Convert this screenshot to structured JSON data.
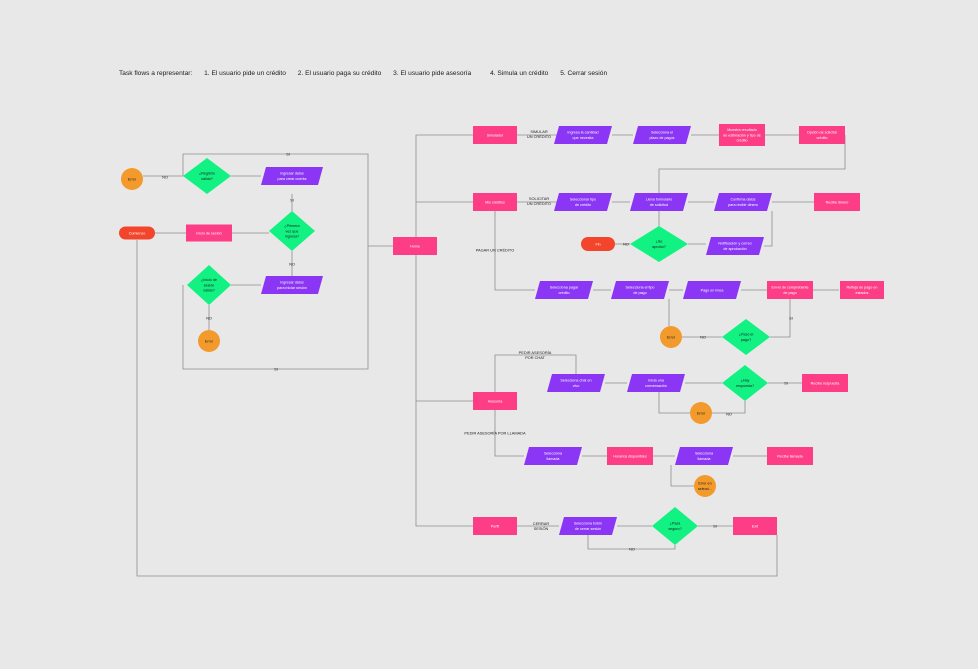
{
  "header": {
    "label": "Task flows a representar:",
    "items": [
      "1. El usuario pide un crédito",
      "2. El usuario paga su crédito",
      "3. El usuario pide asesoría",
      "4. Simula un crédito",
      "5. Cerrar sesión"
    ]
  },
  "colors": {
    "background": "#e8e8e8",
    "process": "#fd3d85",
    "io": "#8b36f5",
    "decision": "#12f282",
    "terminal": "#f39a2d",
    "start": "#f2452b",
    "line": "#8c8c8c"
  },
  "nodes": [
    {
      "id": "n-error-top",
      "shape": "circle",
      "lines": [
        "Error"
      ]
    },
    {
      "id": "n-registro-valido",
      "shape": "diamond",
      "lines": [
        "¿Registro",
        "válido?"
      ]
    },
    {
      "id": "n-ingresar-datos-cuenta",
      "shape": "parallelogram",
      "lines": [
        "Ingresar datos",
        "para crear cuenta"
      ]
    },
    {
      "id": "n-comienzo",
      "shape": "pill",
      "lines": [
        "Comienzo"
      ]
    },
    {
      "id": "n-inicio-sesion",
      "shape": "rect",
      "lines": [
        "Inicio de sesión"
      ]
    },
    {
      "id": "n-primera-vez",
      "shape": "diamond",
      "lines": [
        "¿Primera",
        "vez que",
        "ingresa?"
      ]
    },
    {
      "id": "n-inicio-valido",
      "shape": "diamond",
      "lines": [
        "¿Inicio de",
        "sesión",
        "válido?"
      ]
    },
    {
      "id": "n-ingresar-datos-sesion",
      "shape": "parallelogram",
      "lines": [
        "Ingresar datos",
        "para iniciar sesión"
      ]
    },
    {
      "id": "n-error-login",
      "shape": "circle",
      "lines": [
        "Error"
      ]
    },
    {
      "id": "n-home",
      "shape": "rect",
      "lines": [
        "Home"
      ]
    },
    {
      "id": "n-simulador",
      "shape": "rect",
      "lines": [
        "Simulador"
      ]
    },
    {
      "id": "n-ingresa-cantidad",
      "shape": "parallelogram",
      "lines": [
        "Ingresa la cantidad",
        "que necesita"
      ]
    },
    {
      "id": "n-selecciona-plazo",
      "shape": "parallelogram",
      "lines": [
        "Selecciona el",
        "plazo de pagos"
      ]
    },
    {
      "id": "n-muestra-resultado",
      "shape": "rect",
      "lines": [
        "Muestra resultado",
        "de estimación y tipo de",
        "crédito"
      ]
    },
    {
      "id": "n-opcion-solicitar",
      "shape": "rect",
      "lines": [
        "Opción de solicitar",
        "crédito"
      ]
    },
    {
      "id": "n-mis-creditos",
      "shape": "rect",
      "lines": [
        "Mis créditos"
      ]
    },
    {
      "id": "n-seleccionar-tipo",
      "shape": "parallelogram",
      "lines": [
        "Seleccionar tipo",
        "de crédito"
      ]
    },
    {
      "id": "n-llena-formulario",
      "shape": "parallelogram",
      "lines": [
        "Llena formulario",
        "de solicitud"
      ]
    },
    {
      "id": "n-confirma-datos",
      "shape": "parallelogram",
      "lines": [
        "Confirma datos",
        "para recibir dinero"
      ]
    },
    {
      "id": "n-recibe-dinero",
      "shape": "rect",
      "lines": [
        "Recibe dinero"
      ]
    },
    {
      "id": "n-fin",
      "shape": "pill",
      "lines": [
        "Fin"
      ]
    },
    {
      "id": "n-aprobo",
      "shape": "diamond",
      "lines": [
        "¿Se",
        "aprobó?"
      ]
    },
    {
      "id": "n-notificacion",
      "shape": "parallelogram",
      "lines": [
        "Notificación y correo",
        "de aprobación"
      ]
    },
    {
      "id": "n-selecciona-pagar",
      "shape": "parallelogram",
      "lines": [
        "Selecciona pagar",
        "crédito"
      ]
    },
    {
      "id": "n-selecciona-tipo-pago",
      "shape": "parallelogram",
      "lines": [
        "Selecciona el tipo",
        "de pago"
      ]
    },
    {
      "id": "n-pago-linea",
      "shape": "parallelogram",
      "lines": [
        "Pago en línea"
      ]
    },
    {
      "id": "n-envio-comprobante",
      "shape": "rect",
      "lines": [
        "Envío de comprobante",
        "de pago"
      ]
    },
    {
      "id": "n-refleja-pago",
      "shape": "rect",
      "lines": [
        "Refleja de pago en",
        "estados"
      ]
    },
    {
      "id": "n-error-pago",
      "shape": "circle",
      "lines": [
        "Error"
      ]
    },
    {
      "id": "n-paso-pago",
      "shape": "diamond",
      "lines": [
        "¿Pasó el",
        "pago?"
      ]
    },
    {
      "id": "n-asesoria",
      "shape": "rect",
      "lines": [
        "Asesoría"
      ]
    },
    {
      "id": "n-selecciona-chat",
      "shape": "parallelogram",
      "lines": [
        "Selecciona chat en",
        "vivo"
      ]
    },
    {
      "id": "n-inicia-conversacion",
      "shape": "parallelogram",
      "lines": [
        "Inicia una",
        "conversación"
      ]
    },
    {
      "id": "n-hay-respuesta",
      "shape": "diamond",
      "lines": [
        "¿Hay",
        "respuesta?"
      ]
    },
    {
      "id": "n-recibe-respuesta",
      "shape": "rect",
      "lines": [
        "Recibe respuesta"
      ]
    },
    {
      "id": "n-error-chat",
      "shape": "circle",
      "lines": [
        "Error"
      ]
    },
    {
      "id": "n-selecciona-llamada",
      "shape": "parallelogram",
      "lines": [
        "Selecciona",
        "llamada"
      ]
    },
    {
      "id": "n-horarios",
      "shape": "rect",
      "lines": [
        "Horarios disponibles"
      ]
    },
    {
      "id": "n-selecciona-llamada-2",
      "shape": "parallelogram",
      "lines": [
        "Selecciona",
        "llamada"
      ]
    },
    {
      "id": "n-recibe-llamada",
      "shape": "rect",
      "lines": [
        "Recibe llamada"
      ]
    },
    {
      "id": "n-error-seleccion",
      "shape": "circle",
      "lines": [
        "Error en",
        "selecci..."
      ]
    },
    {
      "id": "n-perfil",
      "shape": "rect",
      "lines": [
        "Perfil"
      ]
    },
    {
      "id": "n-selecciona-boton",
      "shape": "parallelogram",
      "lines": [
        "Selecciona botón",
        "de cerrar sesión"
      ]
    },
    {
      "id": "n-pasa-seguro",
      "shape": "diamond",
      "lines": [
        "¿Pasa",
        "seguro?"
      ]
    },
    {
      "id": "n-exit",
      "shape": "rect",
      "lines": [
        "Exit"
      ]
    }
  ],
  "edge_labels": [
    {
      "id": "lbl-si-top",
      "lines": [
        "SI"
      ]
    },
    {
      "id": "lbl-no-error",
      "lines": [
        "NO"
      ]
    },
    {
      "id": "lbl-si-primera",
      "lines": [
        "SI"
      ]
    },
    {
      "id": "lbl-no-primera",
      "lines": [
        "NO"
      ]
    },
    {
      "id": "lbl-no-login",
      "lines": [
        "NO"
      ]
    },
    {
      "id": "lbl-si-bottom",
      "lines": [
        "SI"
      ]
    },
    {
      "id": "lbl-simular",
      "lines": [
        "SIMULAR",
        "UN CRÉDITO"
      ]
    },
    {
      "id": "lbl-solicitar",
      "lines": [
        "SOLICITAR",
        "UN CRÉDITO"
      ]
    },
    {
      "id": "lbl-pagar",
      "lines": [
        "PAGAR UN CRÉDITO"
      ]
    },
    {
      "id": "lbl-no-aprobo",
      "lines": [
        "NO"
      ]
    },
    {
      "id": "lbl-si-pago",
      "lines": [
        "SI"
      ]
    },
    {
      "id": "lbl-no-pago",
      "lines": [
        "NO"
      ]
    },
    {
      "id": "lbl-chat",
      "lines": [
        "PEDIR ASESORÍA",
        "POR CHAT"
      ]
    },
    {
      "id": "lbl-si-respuesta",
      "lines": [
        "SI"
      ]
    },
    {
      "id": "lbl-no-respuesta",
      "lines": [
        "NO"
      ]
    },
    {
      "id": "lbl-llamada",
      "lines": [
        "PEDIR ASESORÍA POR LLAMADA"
      ]
    },
    {
      "id": "lbl-cerrar",
      "lines": [
        "CERRAR",
        "SESIÓN"
      ]
    },
    {
      "id": "lbl-si-seguro",
      "lines": [
        "SI"
      ]
    },
    {
      "id": "lbl-no-seguro",
      "lines": [
        "NO"
      ]
    }
  ]
}
